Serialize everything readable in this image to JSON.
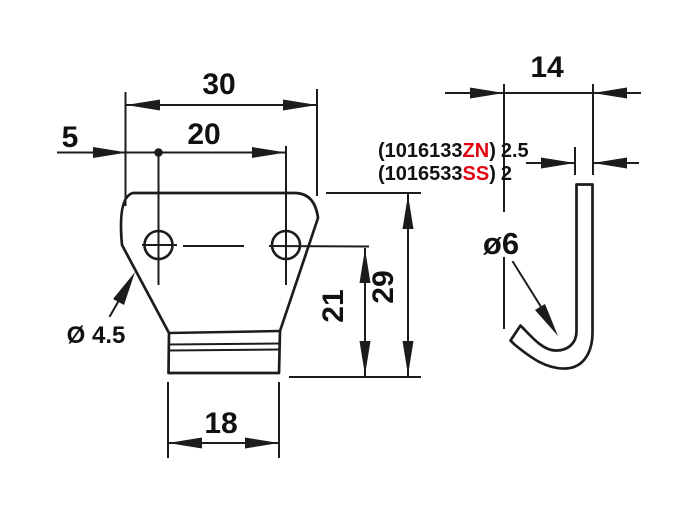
{
  "front_view": {
    "width": "30",
    "hole_spacing": "20",
    "edge_to_hole": "5",
    "base_width": "18",
    "hole_center_height": "21",
    "total_height": "29",
    "hole_diameter": "Ø 4.5"
  },
  "side_view": {
    "hook_width": "14",
    "hook_inner_diameter": "ø6",
    "variants": [
      {
        "prefix": "(1016133",
        "code": "ZN",
        "close": ")",
        "thickness": "2.5"
      },
      {
        "prefix": "(1016533",
        "code": "SS",
        "close": ")",
        "thickness": "2"
      }
    ]
  },
  "colors": {
    "ink": "#1c1c1c",
    "red": "#e30511",
    "paper": "#ffffff"
  }
}
